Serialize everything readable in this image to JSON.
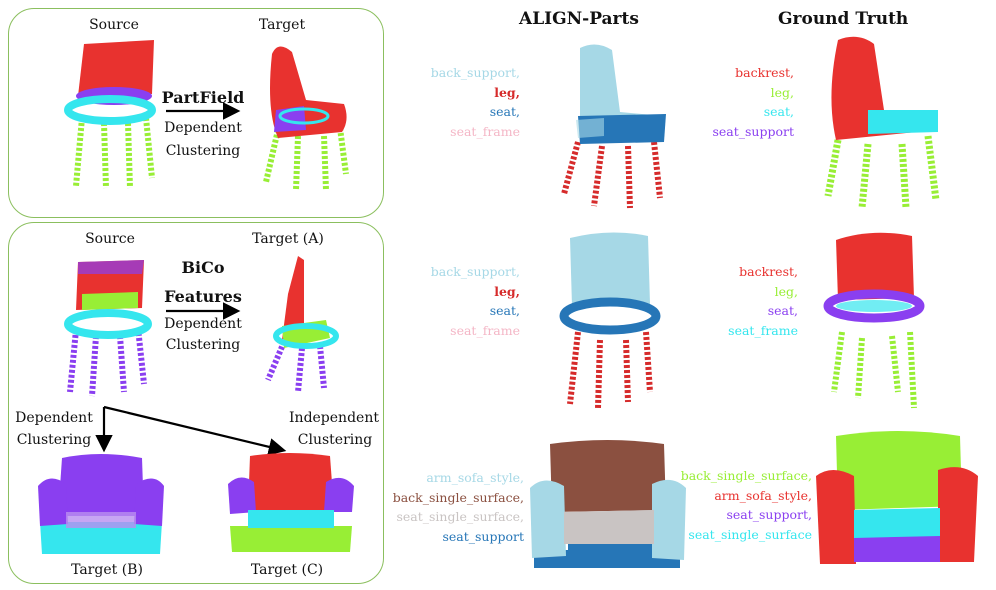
{
  "panel_top": {
    "source": "Source",
    "target": "Target",
    "method_name": "PartField",
    "method_desc_1": "Dependent",
    "method_desc_2": "Clustering"
  },
  "panel_bottom": {
    "source": "Source",
    "target_a": "Target (A)",
    "method_name_1": "BiCo",
    "method_name_2": "Features",
    "method_desc_1": "Dependent",
    "method_desc_2": "Clustering",
    "dep_1": "Dependent",
    "dep_2": "Clustering",
    "indep_1": "Independent",
    "indep_2": "Clustering",
    "target_b": "Target (B)",
    "target_c": "Target (C)"
  },
  "headers": {
    "align_parts": "ALIGN-Parts",
    "ground_truth": "Ground Truth"
  },
  "colors": {
    "box_border": "#8bbf5e",
    "red": "#e8322f",
    "purple": "#8a3ff0",
    "cyan": "#35e6ee",
    "green": "#98ee35",
    "light_blue": "#a6d8e6",
    "dark_blue": "#2676b7",
    "crimson": "#d62b2b",
    "brown": "#8b5040",
    "light_gray": "#c9c4c3",
    "pink": "#f4b6c6"
  },
  "row1": {
    "align_parts": [
      {
        "text": "back_support,",
        "color": "#a6d8e6",
        "bold": false
      },
      {
        "text": "leg,",
        "color": "#d62b2b",
        "bold": true
      },
      {
        "text": "seat,",
        "color": "#2676b7",
        "bold": false
      },
      {
        "text": "seat_frame",
        "color": "#f4b6c6",
        "bold": false
      }
    ],
    "ground_truth": [
      {
        "text": "backrest,",
        "color": "#e8322f",
        "bold": false
      },
      {
        "text": "leg,",
        "color": "#98ee35",
        "bold": false
      },
      {
        "text": "seat,",
        "color": "#35e6ee",
        "bold": false
      },
      {
        "text": "seat_support",
        "color": "#8a3ff0",
        "bold": false
      }
    ]
  },
  "row2": {
    "align_parts": [
      {
        "text": "back_support,",
        "color": "#a6d8e6",
        "bold": false
      },
      {
        "text": "leg,",
        "color": "#d62b2b",
        "bold": true
      },
      {
        "text": "seat,",
        "color": "#2676b7",
        "bold": false
      },
      {
        "text": "seat_frame",
        "color": "#f4b6c6",
        "bold": false
      }
    ],
    "ground_truth": [
      {
        "text": "backrest,",
        "color": "#e8322f",
        "bold": false
      },
      {
        "text": "leg,",
        "color": "#98ee35",
        "bold": false
      },
      {
        "text": "seat,",
        "color": "#8a3ff0",
        "bold": false
      },
      {
        "text": "seat_frame",
        "color": "#35e6ee",
        "bold": false
      }
    ]
  },
  "row3": {
    "align_parts": [
      {
        "text": "arm_sofa_style,",
        "color": "#a6d8e6",
        "bold": false
      },
      {
        "text": "back_single_surface,",
        "color": "#8b5040",
        "bold": false
      },
      {
        "text": "seat_single_surface,",
        "color": "#c9c4c3",
        "bold": false
      },
      {
        "text": "seat_support",
        "color": "#2676b7",
        "bold": false
      }
    ],
    "ground_truth": [
      {
        "text": "back_single_surface,",
        "color": "#98ee35",
        "bold": false
      },
      {
        "text": "arm_sofa_style,",
        "color": "#e8322f",
        "bold": false
      },
      {
        "text": "seat_support,",
        "color": "#8a3ff0",
        "bold": false
      },
      {
        "text": "seat_single_surface",
        "color": "#35e6ee",
        "bold": false
      }
    ]
  }
}
